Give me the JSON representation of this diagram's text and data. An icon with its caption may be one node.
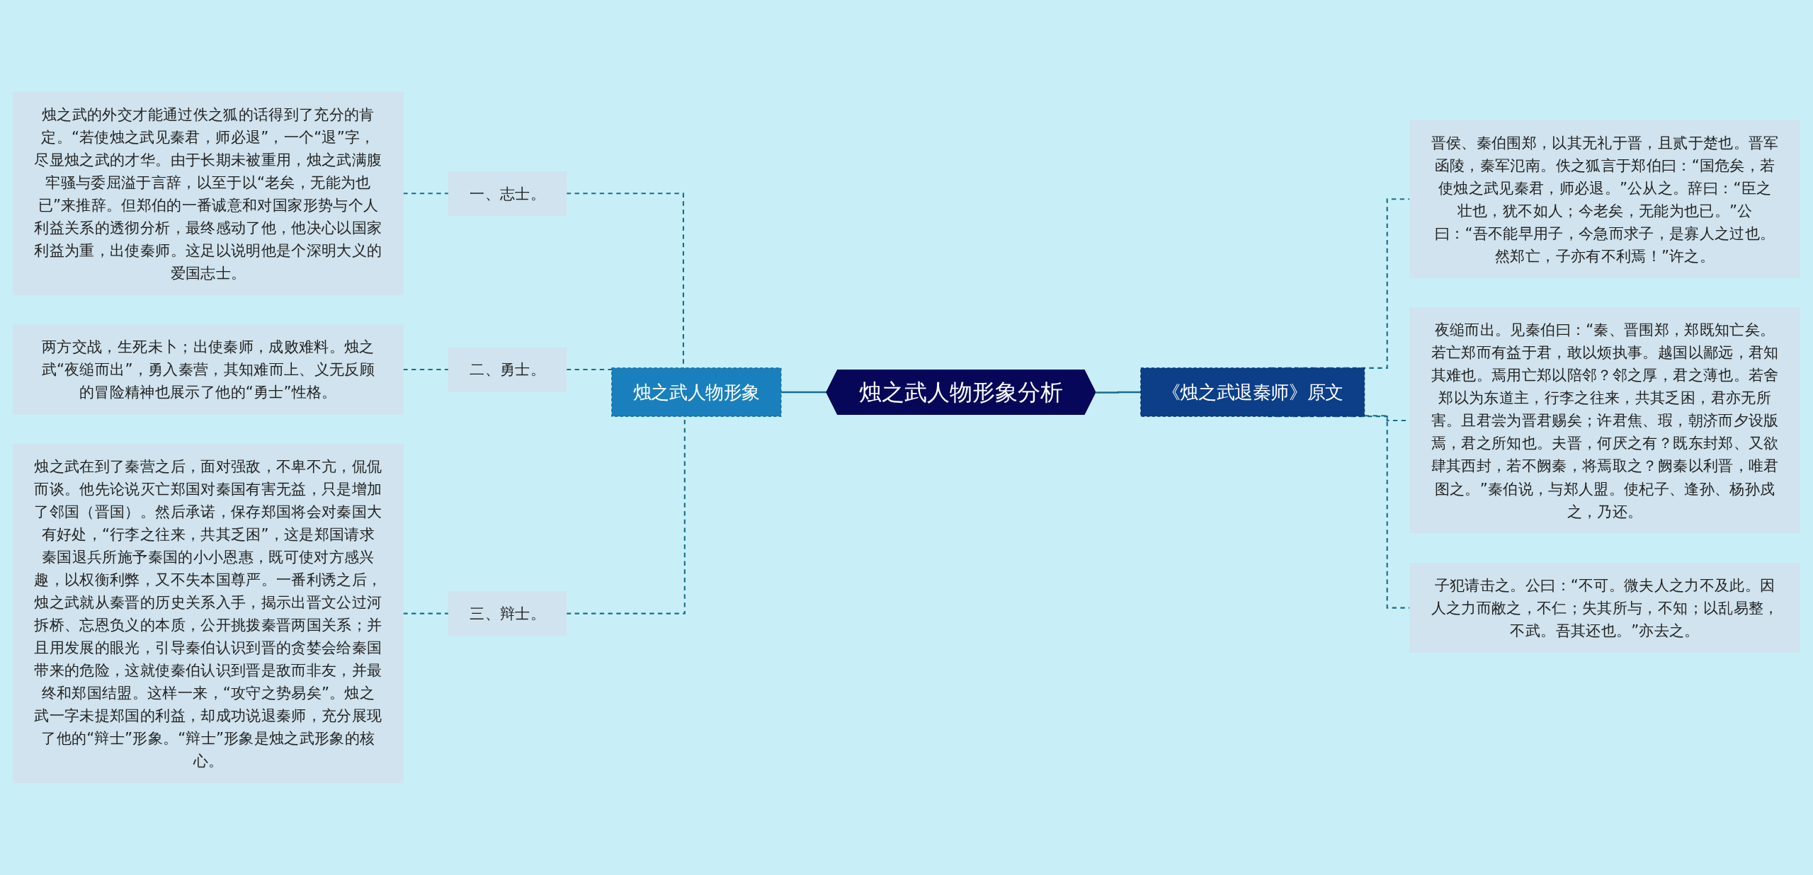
{
  "diagram": {
    "nodes": [
      {
        "text": [
          "烛之武人物形象分析"
        ]
      },
      {
        "text": [
          "烛之武人物形象"
        ]
      },
      {
        "text": [
          "一、志士。"
        ]
      },
      {
        "text": [
          "烛之武的外交才能通过佚之狐的话得到了充分的肯定。“若使烛之武见秦君，师必退”，一个“退”字，尽显烛之武的才华。由于长期未被重用，烛之武满腹牢骚与委屈溢于言辞，以至于以“老矣，无能为也已”来推辞。但郑伯的一番诚意和对国家形势与个人利益关系的透彻分析，最终感动了他，他决心以国家利益为重，出使秦师。这足以说明他是个深明大义的爱国志士。"
        ]
      },
      {
        "text": [
          "二、勇士。"
        ]
      },
      {
        "text": [
          "两方交战，生死未卜；出使秦师，成败难料。烛之武“夜缒而出”，勇入秦营，其知难而上、义无反顾的冒险精神也展示了他的“勇士”性格。"
        ]
      },
      {
        "text": [
          "三、辩士。"
        ]
      },
      {
        "text": [
          "烛之武在到了秦营之后，面对强敌，不卑不亢，侃侃而谈。他先论说灭亡郑国对秦国有害无益，只是增加了邻国（晋国）。然后承诺，保存郑国将会对秦国大有好处，“行李之往来，共其乏困”，这是郑国请求秦国退兵所施予秦国的小小恩惠，既可使对方感兴趣，以权衡利弊，又不失本国尊严。一番利诱之后，烛之武就从秦晋的历史关系入手，揭示出晋文公过河拆桥、忘恩负义的本质，公开挑拨秦晋两国关系；并且用发展的眼光，引导秦伯认识到晋的贪婪会给秦国带来的危险，这就使秦伯认识到晋是敌而非友，并最终和郑国结盟。这样一来，“攻守之势易矣”。烛之武一字未提郑国的利益，却成功说退秦师，充分展现了他的“辩士”形象。“辩士”形象是烛之武形象的核心。"
        ]
      },
      {
        "text": [
          "《烛之武退秦师》原文"
        ]
      },
      {
        "text": [
          "晋侯、秦伯围郑，以其无礼于晋，且贰于楚也。晋军函陵，秦军氾南。佚之狐言于郑伯曰：“国危矣，若使烛之武见秦君，师必退。”公从之。辞曰：“臣之壮也，犹不如人；今老矣，无能为也已。”公曰：“吾不能早用子，今急而求子，是寡人之过也。然郑亡，子亦有不利焉！”许之。"
        ]
      },
      {
        "text": [
          "夜缒而出。见秦伯曰：“秦、晋围郑，郑既知亡矣。若亡郑而有益于君，敢以烦执事。越国以鄙远，君知其难也。焉用亡郑以陪邻？邻之厚，君之薄也。若舍郑以为东道主，行李之往来，共其乏困，君亦无所害。且君尝为晋君赐矣；许君焦、瑕，朝济而夕设版焉，君之所知也。夫晋，何厌之有？既东封郑、又欲肆其西封，若不阙秦，将焉取之？阙秦以利晋，唯君图之。”秦伯说，与郑人盟。使杞子、逢孙、杨孙戍之，乃还。"
        ]
      },
      {
        "text": [
          "子犯请击之。公曰：“不可。微夫人之力不及此。因人之力而敝之，不仁；失其所与，不知；以乱易整，不武。吾其还也。”亦去之。"
        ]
      }
    ],
    "edges": [
      {
        "from": 0,
        "to": 1,
        "arrow": "none"
      },
      {
        "from": 1,
        "to": 2,
        "arrow": "none",
        "style": "dashed"
      },
      {
        "from": 2,
        "to": 3,
        "arrow": "none",
        "style": "dashed"
      },
      {
        "from": 1,
        "to": 4,
        "arrow": "none",
        "style": "dashed"
      },
      {
        "from": 4,
        "to": 5,
        "arrow": "none",
        "style": "dashed"
      },
      {
        "from": 1,
        "to": 6,
        "arrow": "none",
        "style": "dashed"
      },
      {
        "from": 6,
        "to": 7,
        "arrow": "none",
        "style": "dashed"
      },
      {
        "from": 0,
        "to": 8,
        "arrow": "none"
      },
      {
        "from": 8,
        "to": 9,
        "arrow": "none",
        "style": "dashed"
      },
      {
        "from": 8,
        "to": 10,
        "arrow": "none",
        "style": "dashed"
      },
      {
        "from": 8,
        "to": 11,
        "arrow": "none",
        "style": "dashed"
      }
    ]
  }
}
